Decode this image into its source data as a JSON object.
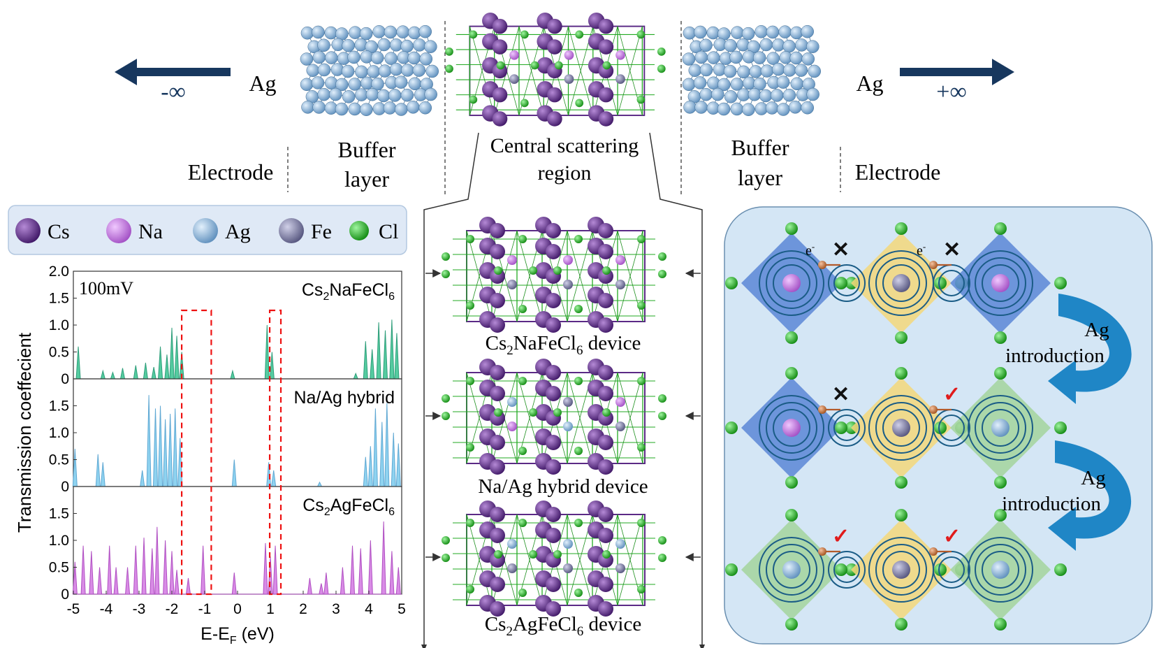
{
  "top": {
    "left_infinity": "-∞",
    "right_infinity": "+∞",
    "left_metal": "Ag",
    "right_metal": "Ag",
    "left_electrode": "Electrode",
    "right_electrode": "Electrode",
    "buffer_line1": "Buffer",
    "buffer_line2": "layer",
    "central_line1": "Central scattering",
    "central_line2": "region"
  },
  "legend": [
    {
      "label": "Cs",
      "color": "#5b2a86"
    },
    {
      "label": "Na",
      "color": "#c27be0"
    },
    {
      "label": "Ag",
      "color": "#9ec4e6"
    },
    {
      "label": "Fe",
      "color": "#7f7fa6"
    },
    {
      "label": "Cl",
      "color": "#22b022"
    }
  ],
  "devices": {
    "d1": {
      "pre": "Cs",
      "sub1": "2",
      "mid": "NaFeCl",
      "sub2": "6",
      "post": " device"
    },
    "d2": {
      "text": "Na/Ag hybrid device"
    },
    "d3": {
      "pre": "Cs",
      "sub1": "2",
      "mid": "AgFeCl",
      "sub2": "6",
      "post": " device"
    }
  },
  "mechanism": {
    "label_ag": "Ag",
    "label_intro": "introduction",
    "electron": "e",
    "electron_sup": "-",
    "cross": "✕",
    "check": "✓"
  },
  "chart_data": {
    "type": "area",
    "ylabel": "Transmission coeffecient",
    "xlabel_main": "E-E",
    "xlabel_sub": "F",
    "xlabel_unit": " (eV)",
    "xlim": [
      -5,
      5
    ],
    "ylim": [
      0,
      2.0
    ],
    "x_ticks": [
      "-5",
      "-4",
      "-3",
      "-2",
      "-1",
      "0",
      "1",
      "2",
      "3",
      "4",
      "5"
    ],
    "annotation": "100mV",
    "panels": [
      {
        "title_pre": "Cs",
        "title_sub": "2",
        "title_mid": "NaFeCl",
        "title_sub2": "6",
        "y_ticks": [
          "2.0",
          "1.5",
          "1.0",
          "0.5",
          "0"
        ],
        "color": "#2e9e7a",
        "fill": "#55cca0"
      },
      {
        "title_pre": "Na/Ag hybrid",
        "title_sub": "",
        "title_mid": "",
        "title_sub2": "",
        "y_ticks": [
          "1.5",
          "1.0",
          "0.5",
          "0"
        ],
        "color": "#5fa8d3",
        "fill": "#8fd3f0"
      },
      {
        "title_pre": "Cs",
        "title_sub": "2",
        "title_mid": "AgFeCl",
        "title_sub2": "6",
        "y_ticks": [
          "1.5",
          "1.0",
          "0.5",
          "0"
        ],
        "color": "#b04fc2",
        "fill": "#d98ce6"
      }
    ],
    "series": [
      {
        "peaks": [
          [
            -4.85,
            0.6
          ],
          [
            -4.1,
            0.15
          ],
          [
            -3.8,
            0.12
          ],
          [
            -3.5,
            0.2
          ],
          [
            -3.1,
            0.25
          ],
          [
            -2.8,
            0.3
          ],
          [
            -2.55,
            0.22
          ],
          [
            -2.35,
            0.6
          ],
          [
            -2.15,
            0.45
          ],
          [
            -2.0,
            0.95
          ],
          [
            -1.85,
            0.8
          ],
          [
            -1.7,
            0.5
          ],
          [
            -0.15,
            0.15
          ],
          [
            0.9,
            1.0
          ],
          [
            1.05,
            0.5
          ],
          [
            3.6,
            0.1
          ],
          [
            3.9,
            0.7
          ],
          [
            4.1,
            0.55
          ],
          [
            4.3,
            1.05
          ],
          [
            4.5,
            0.9
          ],
          [
            4.7,
            1.1
          ],
          [
            4.85,
            0.85
          ]
        ]
      },
      {
        "peaks": [
          [
            -4.95,
            0.7
          ],
          [
            -4.25,
            0.6
          ],
          [
            -4.1,
            0.45
          ],
          [
            -2.9,
            0.3
          ],
          [
            -2.7,
            1.7
          ],
          [
            -2.5,
            1.45
          ],
          [
            -2.35,
            1.5
          ],
          [
            -2.2,
            1.25
          ],
          [
            -2.05,
            1.35
          ],
          [
            -1.9,
            1.45
          ],
          [
            -1.75,
            0.9
          ],
          [
            -0.1,
            0.5
          ],
          [
            0.95,
            0.45
          ],
          [
            1.1,
            0.3
          ],
          [
            2.5,
            0.08
          ],
          [
            3.9,
            0.55
          ],
          [
            4.05,
            0.75
          ],
          [
            4.2,
            1.45
          ],
          [
            4.4,
            1.2
          ],
          [
            4.55,
            1.55
          ],
          [
            4.75,
            1.0
          ],
          [
            4.9,
            0.8
          ]
        ]
      },
      {
        "peaks": [
          [
            -4.95,
            0.6
          ],
          [
            -4.7,
            0.9
          ],
          [
            -4.45,
            0.8
          ],
          [
            -4.2,
            0.5
          ],
          [
            -3.9,
            0.9
          ],
          [
            -3.7,
            0.5
          ],
          [
            -3.35,
            0.5
          ],
          [
            -3.1,
            0.9
          ],
          [
            -2.85,
            1.05
          ],
          [
            -2.6,
            0.85
          ],
          [
            -2.45,
            1.25
          ],
          [
            -2.2,
            1.0
          ],
          [
            -2.0,
            0.8
          ],
          [
            -1.85,
            0.45
          ],
          [
            -1.5,
            0.3
          ],
          [
            -1.05,
            0.9
          ],
          [
            -0.1,
            0.4
          ],
          [
            0.85,
            0.95
          ],
          [
            1.0,
            0.7
          ],
          [
            1.15,
            0.9
          ],
          [
            2.2,
            0.3
          ],
          [
            2.55,
            0.2
          ],
          [
            2.7,
            0.4
          ],
          [
            3.2,
            0.5
          ],
          [
            3.5,
            0.9
          ],
          [
            3.75,
            0.85
          ],
          [
            4.05,
            1.0
          ],
          [
            4.45,
            1.35
          ],
          [
            4.7,
            0.8
          ],
          [
            4.9,
            0.5
          ]
        ]
      }
    ],
    "highlight_ranges": [
      [
        -1.7,
        -0.8
      ],
      [
        0.98,
        1.32
      ]
    ]
  }
}
